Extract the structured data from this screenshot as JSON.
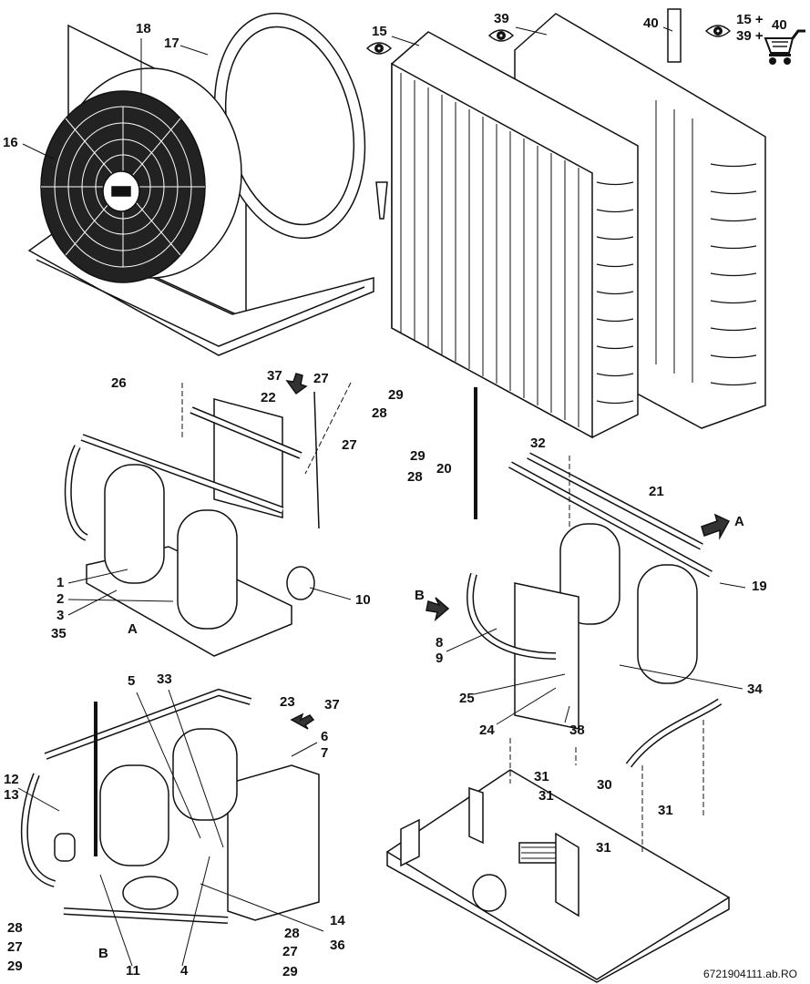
{
  "labels": {
    "p18": "18",
    "p17": "17",
    "p16": "16",
    "p15": "15",
    "p39": "39",
    "p40": "40",
    "combo": [
      "15 +",
      "39 +",
      "40"
    ],
    "p26": "26",
    "p37a": "37",
    "p22": "22",
    "p27a": "27",
    "p29a": "29",
    "p28a": "28",
    "p27b": "27",
    "p29b": "29",
    "p28b": "28",
    "p1": "1",
    "p2": "2",
    "p3": "3",
    "p35": "35",
    "pA1": "A",
    "p10": "10",
    "p32": "32",
    "p20": "20",
    "p21": "21",
    "pA2": "A",
    "p19": "19",
    "pB1": "B",
    "p8": "8",
    "p9": "9",
    "p25": "25",
    "p34": "34",
    "p24": "24",
    "p38": "38",
    "p31a": "31",
    "p30": "30",
    "p31b": "31",
    "p31c": "31",
    "p31d": "31",
    "p5": "5",
    "p33": "33",
    "p23": "23",
    "p37b": "37",
    "p6": "6",
    "p7": "7",
    "p12": "12",
    "p13": "13",
    "p14": "14",
    "p36": "36",
    "p28c": "28",
    "p27c": "27",
    "p29c": "29",
    "pB2": "B",
    "p11": "11",
    "p4": "4",
    "p28d": "28",
    "p27d": "27",
    "p29d": "29"
  },
  "icons": [
    "eye-icon",
    "shopping-cart-icon"
  ],
  "reference": "6721904111.ab.RO"
}
